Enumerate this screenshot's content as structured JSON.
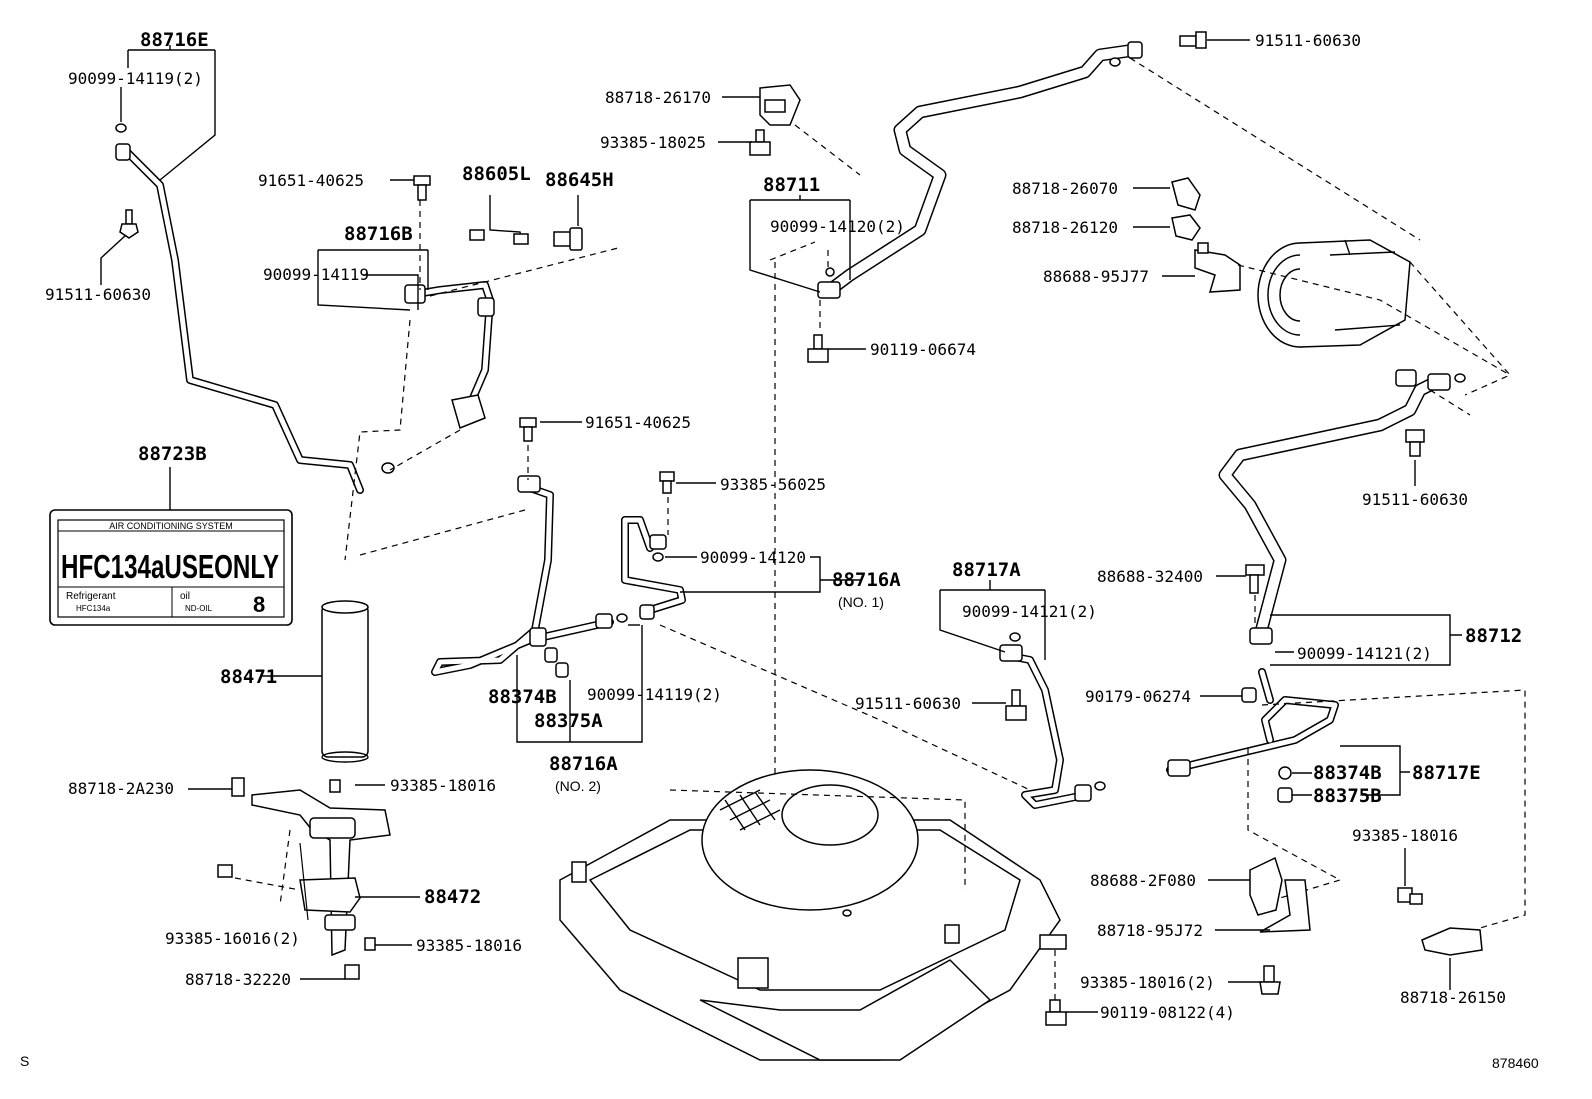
{
  "labels": {
    "l88716E": "88716E",
    "l90099_14119_2_top": "90099-14119(2)",
    "l91511_60630_left": "91511-60630",
    "l91651_40625_a": "91651-40625",
    "l88605L": "88605L",
    "l88645H": "88645H",
    "l88716B": "88716B",
    "l90099_14119": "90099-14119",
    "l88723B": "88723B",
    "l88471": "88471",
    "l88718_2A230": "88718-2A230",
    "l93385_18016_a": "93385-18016",
    "l88472": "88472",
    "l93385_16016_2": "93385-16016(2)",
    "l93385_18016_b": "93385-18016",
    "l88718_32220": "88718-32220",
    "l91651_40625_b": "91651-40625",
    "l93385_56025": "93385-56025",
    "l90099_14120": "90099-14120",
    "l88716A_1": "88716A",
    "l_no1": "(NO. 1)",
    "l88374B_a": "88374B",
    "l88375A": "88375A",
    "l90099_14119_2_mid": "90099-14119(2)",
    "l88716A_2": "88716A",
    "l_no2": "(NO. 2)",
    "l88718_26170": "88718-26170",
    "l93385_18025": "93385-18025",
    "l88711": "88711",
    "l90099_14120_2": "90099-14120(2)",
    "l90119_06674": "90119-06674",
    "l88717A": "88717A",
    "l90099_14121_2_a": "90099-14121(2)",
    "l91511_60630_mid": "91511-60630",
    "l91511_60630_top": "91511-60630",
    "l88718_26070": "88718-26070",
    "l88718_26120": "88718-26120",
    "l88688_95J77": "88688-95J77",
    "l91511_60630_right": "91511-60630",
    "l88688_32400": "88688-32400",
    "l88712": "88712",
    "l90099_14121_2_b": "90099-14121(2)",
    "l90179_06274": "90179-06274",
    "l88374B_b": "88374B",
    "l88717E": "88717E",
    "l88375B": "88375B",
    "l93385_18016_c": "93385-18016",
    "l88688_2F080": "88688-2F080",
    "l88718_95J72": "88718-95J72",
    "l93385_18016_2": "93385-18016(2)",
    "l90119_08122_4": "90119-08122(4)",
    "l88718_26150": "88718-26150",
    "corner_s": "S",
    "corner_id": "878460"
  },
  "label_card": {
    "heading": "AIR CONDITIONING SYSTEM",
    "main": "HFC134aUSEONLY",
    "refrigerant_label": "Refrigerant",
    "refrigerant_value": "HFC134a",
    "oil_label": "oil",
    "oil_value": "ND-OIL",
    "oil_number": "8"
  }
}
